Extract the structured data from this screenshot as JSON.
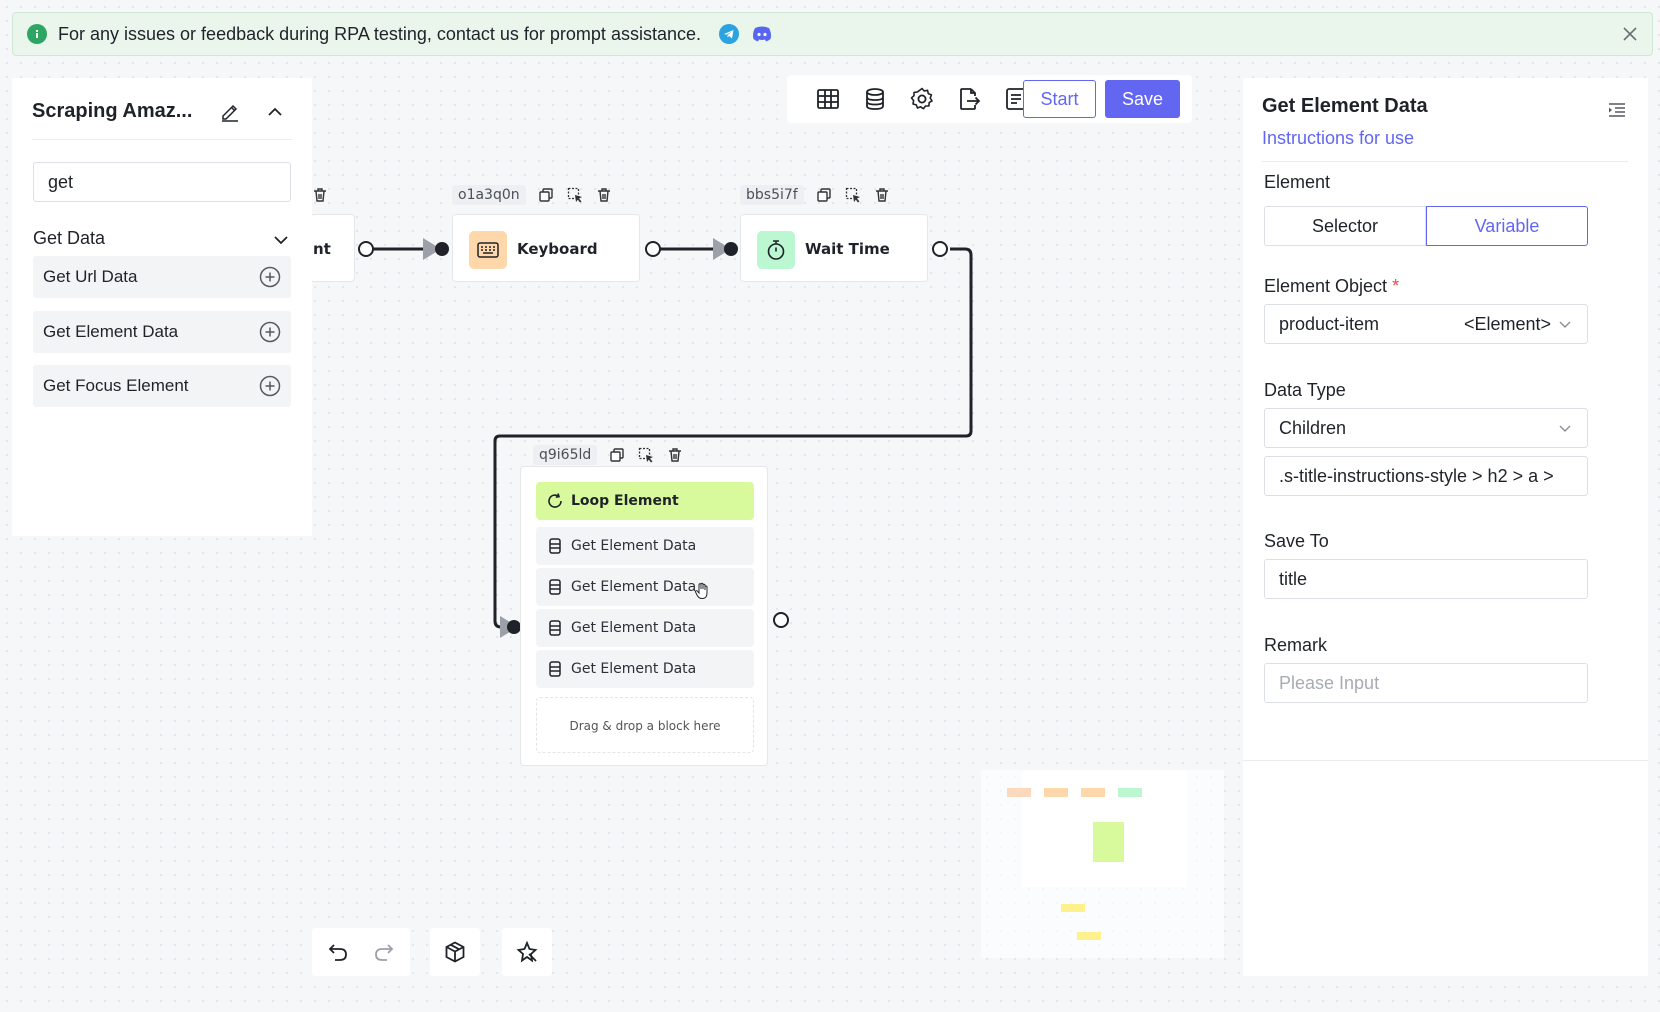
{
  "banner": {
    "message": "For any issues or feedback during RPA testing, contact us for prompt assistance."
  },
  "sidebar": {
    "workflow_title": "Scraping Amaz...",
    "search_value": "get",
    "category": "Get Data",
    "items": [
      {
        "label": "Get Url Data"
      },
      {
        "label": "Get Element Data"
      },
      {
        "label": "Get Focus Element"
      }
    ]
  },
  "toolbar": {
    "icons": [
      "table-icon",
      "database-icon",
      "settings-icon",
      "export-icon",
      "log-icon"
    ],
    "start_label": "Start",
    "save_label": "Save"
  },
  "canvas": {
    "partial_node_label": "nt",
    "nodes": [
      {
        "id": "o1a3q0n",
        "label": "Keyboard",
        "icon": "keyboard-icon",
        "color": "#fed7aa"
      },
      {
        "id": "bbs5i7f",
        "label": "Wait Time",
        "icon": "timer-icon",
        "color": "#bbf7d0"
      }
    ],
    "loop": {
      "id": "q9i65ld",
      "label": "Loop Element",
      "color": "#d9f99d",
      "children": [
        {
          "label": "Get Element Data"
        },
        {
          "label": "Get Element Data"
        },
        {
          "label": "Get Element Data"
        },
        {
          "label": "Get Element Data"
        }
      ],
      "dropzone": "Drag & drop a block here"
    }
  },
  "bottom_toolbar": {
    "icons": [
      "undo-icon",
      "redo-icon",
      "package-icon",
      "auto-arrange-icon"
    ]
  },
  "panel": {
    "title": "Get Element Data",
    "instructions_link": "Instructions for use",
    "element_label": "Element",
    "element_options": [
      "Selector",
      "Variable"
    ],
    "element_selected": "Variable",
    "element_object_label": "Element Object",
    "element_object_value": "product-item",
    "element_object_type": "<Element>",
    "data_type_label": "Data Type",
    "data_type_value": "Children",
    "selector_value": ".s-title-instructions-style > h2 > a >",
    "save_to_label": "Save To",
    "save_to_value": "title",
    "remark_label": "Remark",
    "remark_placeholder": "Please Input"
  },
  "colors": {
    "accent": "#6366f1",
    "keyboard_badge": "#fed7aa",
    "wait_badge": "#bbf7d0",
    "loop_head": "#d9f99d",
    "banner_bg": "#eaf6ec"
  }
}
